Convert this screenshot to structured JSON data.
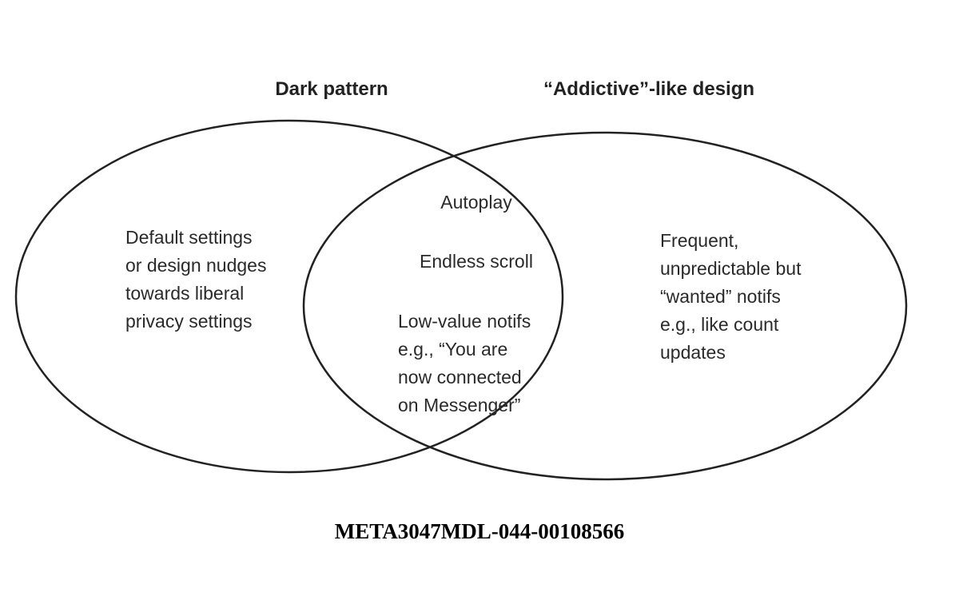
{
  "sets": {
    "left": {
      "title": "Dark pattern",
      "items": [
        "Default settings\nor design nudges\ntowards liberal\nprivacy settings"
      ]
    },
    "right": {
      "title": "“Addictive”-like design",
      "items": [
        "Frequent,\nunpredictable but\n“wanted” notifs\ne.g., like count\nupdates"
      ]
    },
    "overlap": {
      "items": [
        "Autoplay",
        "Endless scroll",
        "Low-value notifs\ne.g., “You are\nnow connected\non Messenger”"
      ]
    }
  },
  "footer": "META3047MDL-044-00108566",
  "colors": {
    "stroke": "#222222",
    "background": "#ffffff"
  }
}
